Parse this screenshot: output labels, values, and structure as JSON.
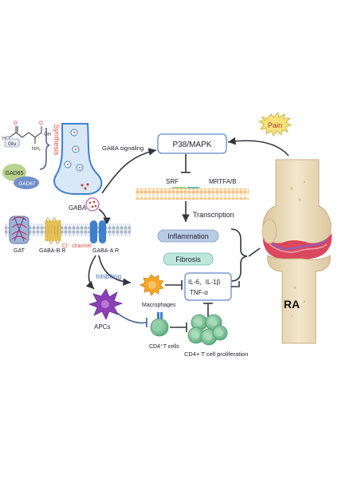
{
  "labels": {
    "synthesis": "Synthesis",
    "glu": "Glu",
    "oh_left": "HO",
    "oh_right": "OH",
    "nh2": "NH₂",
    "o_left": "O",
    "o_right": "O",
    "gad65": "GAD65",
    "gad67": "GAD67",
    "gaba": "GABA",
    "gaba_signaling": "GABA signaling",
    "p38": "P38/MAPK",
    "pain": "Pain",
    "srf": "SRF",
    "mrtfa": "MRTFA/B",
    "transcription": "Transcription",
    "inflammation": "Inflammation",
    "fibrosis": "Fibrosis",
    "gat": "GAT",
    "gaba_b": "GABA-B R",
    "cl_channel": "Cl⁻ channel",
    "gaba_a": "GABA-A R",
    "inhibiting": "Inhibiting",
    "macrophages": "Macrophages",
    "cytokines_1": "IL-6、IL-1β",
    "cytokines_2": "TNF-α",
    "apcs": "APCs",
    "cd4_cells": "CD4⁺T cells",
    "cd4_prolif": "CD4+ T cell proliferation",
    "ra": "RA"
  },
  "colors": {
    "arrow": "#33363d",
    "synthesis_text": "#e4504b",
    "pain_fill": "#f6e27a",
    "pain_text": "#b23a2a",
    "box_border": "#7b9ccc",
    "pill_fill": "#b9cbe4",
    "receptor_blue": "#3f7fd0",
    "gaba_b_yellow": "#f1c64a",
    "macrophage": "#f5a623",
    "apc": "#8b3fb5",
    "tcell": "#7cc49a",
    "srf_green": "#9ccf7c",
    "mrtfa_teal": "#62bfb4",
    "bone": "#e8d8b8",
    "joint_red": "#d6344c"
  }
}
